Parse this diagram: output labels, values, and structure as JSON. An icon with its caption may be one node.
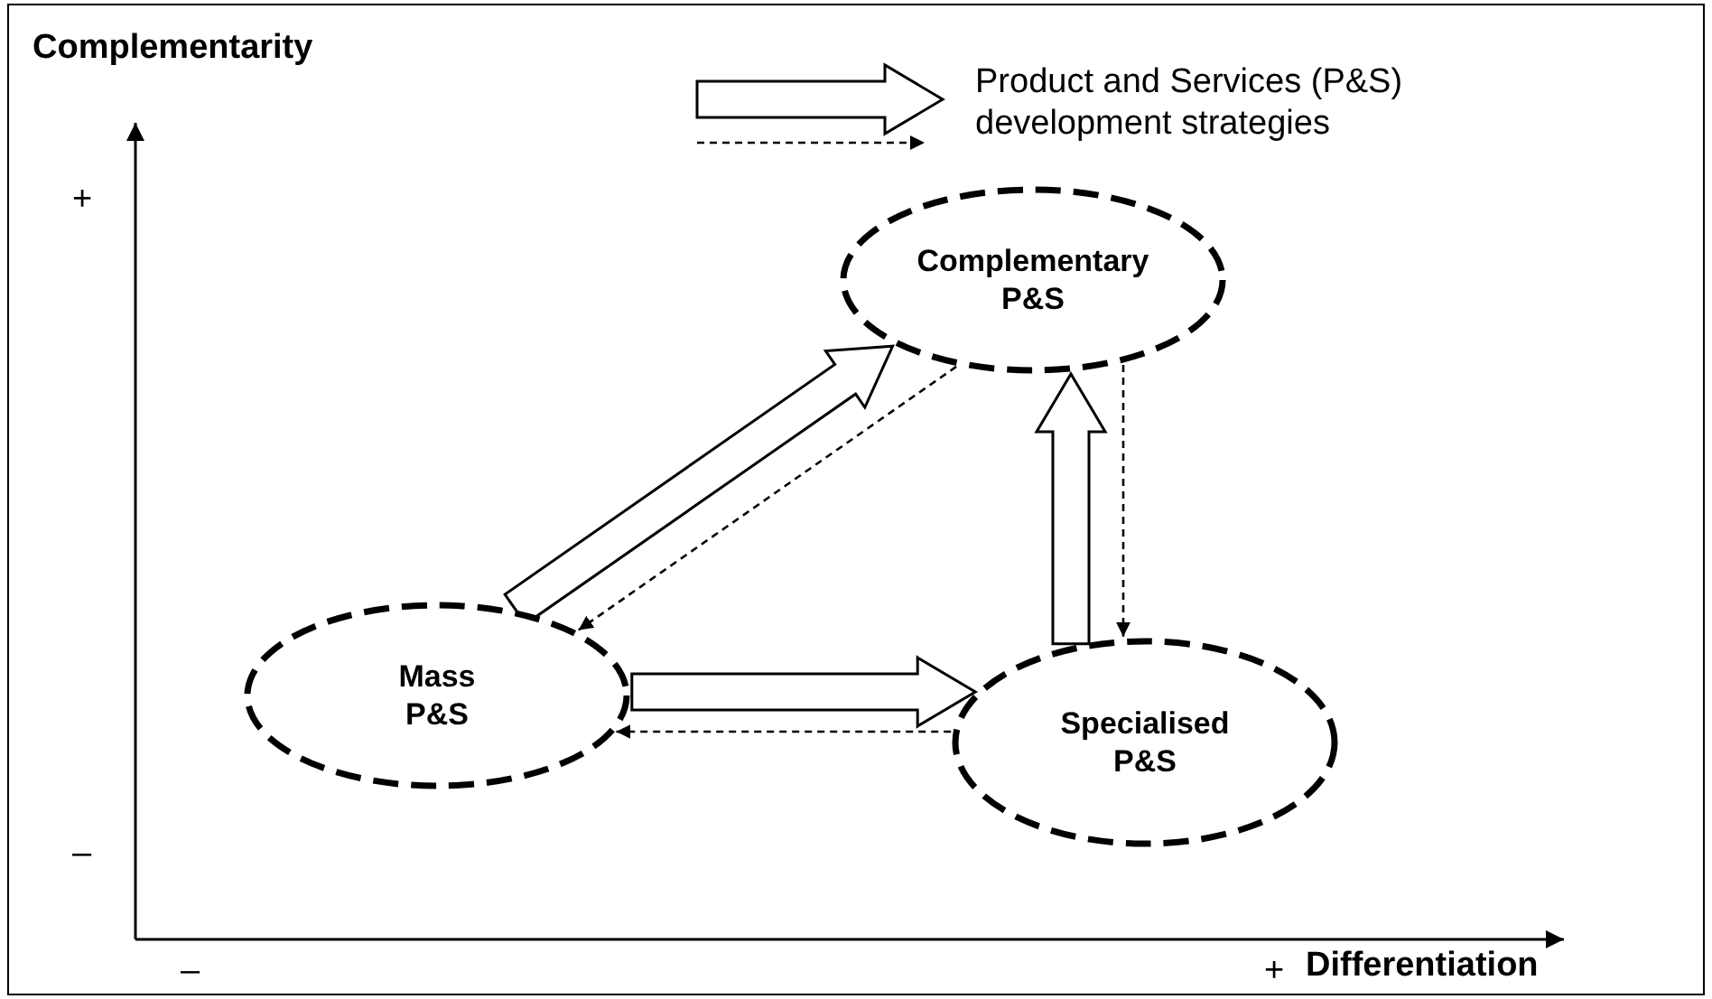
{
  "diagram": {
    "nodes": [
      {
        "text": [
          "Complementary P&S"
        ]
      },
      {
        "text": [
          "Mass P&S"
        ]
      },
      {
        "text": [
          "Specialised P&S"
        ]
      }
    ],
    "edges": [
      {
        "from": 1,
        "to": 0,
        "arrow": "to",
        "style": "thick"
      },
      {
        "from": 0,
        "to": 1,
        "arrow": "to",
        "style": "dashed"
      },
      {
        "from": 1,
        "to": 2,
        "arrow": "to",
        "style": "thick"
      },
      {
        "from": 2,
        "to": 1,
        "arrow": "to",
        "style": "dashed"
      },
      {
        "from": 2,
        "to": 0,
        "arrow": "to",
        "style": "thick"
      },
      {
        "from": 0,
        "to": 2,
        "arrow": "to",
        "style": "dashed"
      }
    ],
    "labels": [
      "Complementarity",
      "+",
      "–",
      "–",
      "+",
      "Differentiation"
    ],
    "legend": [
      {
        "text": "Product and Services (P&S) development strategies"
      }
    ]
  }
}
